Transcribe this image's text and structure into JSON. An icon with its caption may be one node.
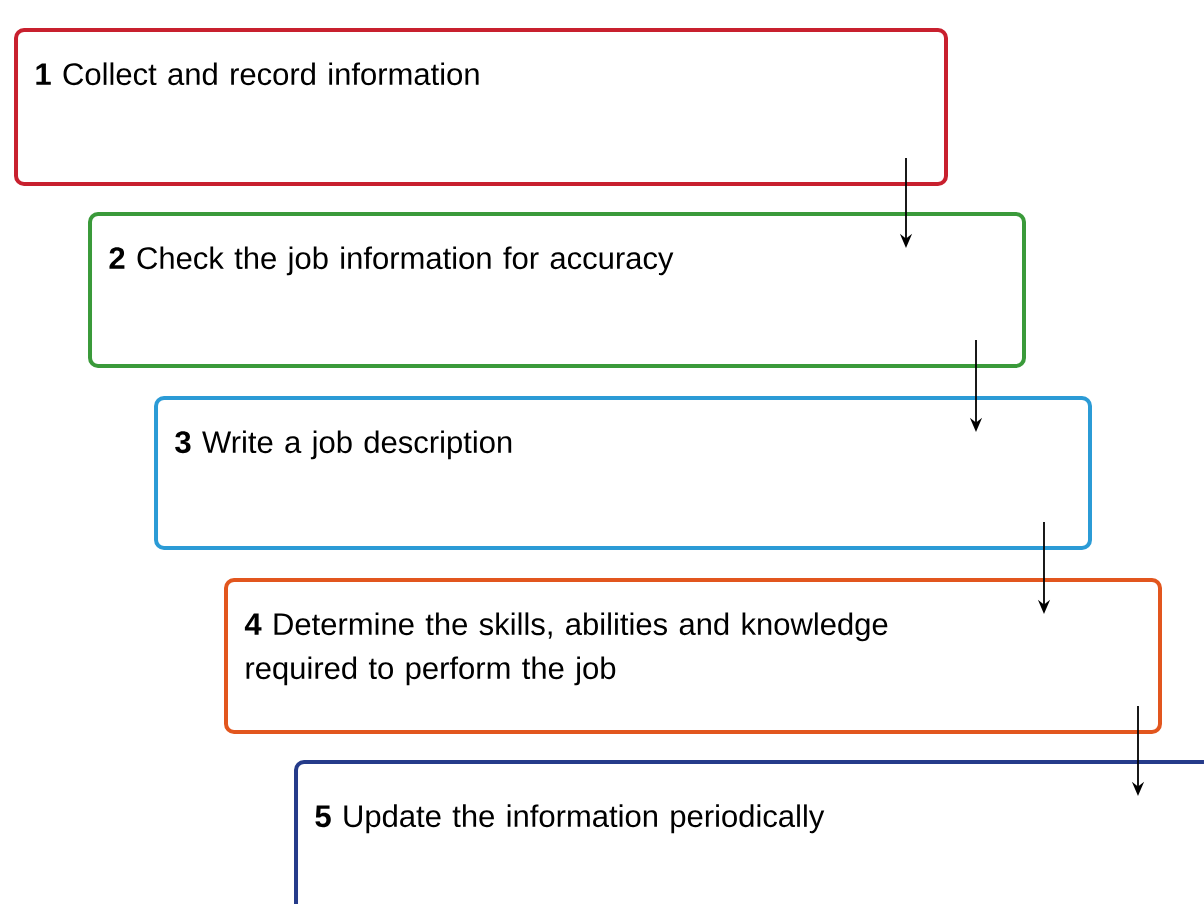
{
  "diagram": {
    "nodes": [
      {
        "text": [
          "**1** Collect and record information"
        ]
      },
      {
        "text": [
          "**2** Check the job information for accuracy"
        ]
      },
      {
        "text": [
          "**3** Write a job description"
        ]
      },
      {
        "text": [
          "**4** Determine the skills, abilities and knowledge required to perform the job"
        ]
      },
      {
        "text": [
          "**5** Update the information periodically"
        ]
      }
    ],
    "edges": [
      {
        "from": 0,
        "to": 1,
        "arrow": "to"
      },
      {
        "from": 1,
        "to": 2,
        "arrow": "to"
      },
      {
        "from": 2,
        "to": 3,
        "arrow": "to"
      },
      {
        "from": 3,
        "to": 4,
        "arrow": "to"
      }
    ]
  }
}
